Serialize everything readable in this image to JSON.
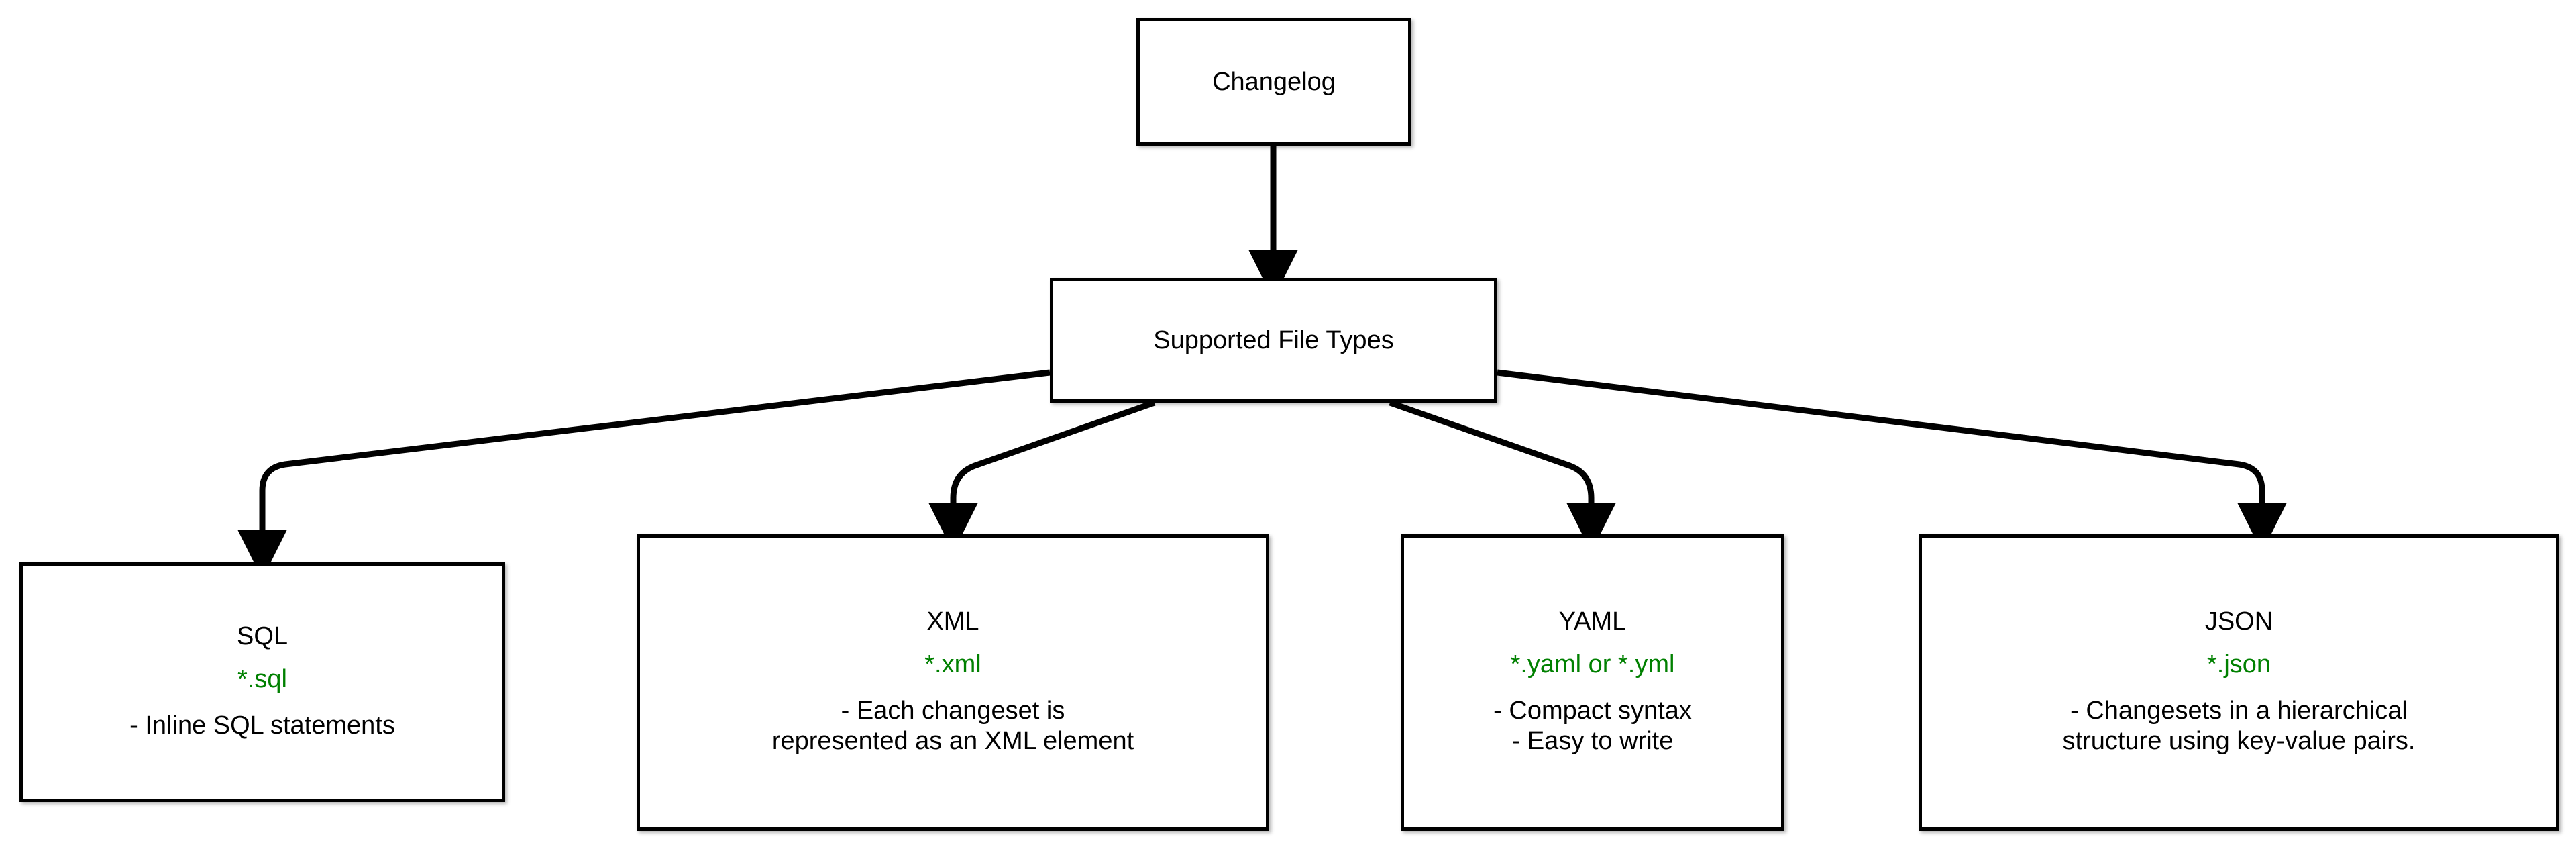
{
  "diagram": {
    "title": "Changelog supported file types",
    "background_color": "#ffffff",
    "node_border_color": "#000000",
    "text_color": "#000000",
    "extension_color": "#008000",
    "edge_color": "#000000"
  },
  "nodes": {
    "changelog": {
      "label": "Changelog"
    },
    "supported": {
      "label": "Supported File Types"
    },
    "sql": {
      "title": "SQL",
      "extension": "*.sql",
      "desc_line1": "- Inline SQL statements",
      "desc_line2": ""
    },
    "xml": {
      "title": "XML",
      "extension": "*.xml",
      "desc_line1": "- Each changeset is",
      "desc_line2": "represented as an XML element"
    },
    "yaml": {
      "title": "YAML",
      "extension": "*.yaml or *.yml",
      "desc_line1": "- Compact syntax",
      "desc_line2": "- Easy to write"
    },
    "json": {
      "title": "JSON",
      "extension": "*.json",
      "desc_line1": "- Changesets in a hierarchical",
      "desc_line2": "structure using key-value pairs."
    }
  },
  "edges": [
    {
      "from": "changelog",
      "to": "supported",
      "style": "straight-arrow"
    },
    {
      "from": "supported",
      "to": "sql",
      "style": "elbow-arrow"
    },
    {
      "from": "supported",
      "to": "xml",
      "style": "elbow-arrow"
    },
    {
      "from": "supported",
      "to": "yaml",
      "style": "elbow-arrow"
    },
    {
      "from": "supported",
      "to": "json",
      "style": "elbow-arrow"
    }
  ]
}
